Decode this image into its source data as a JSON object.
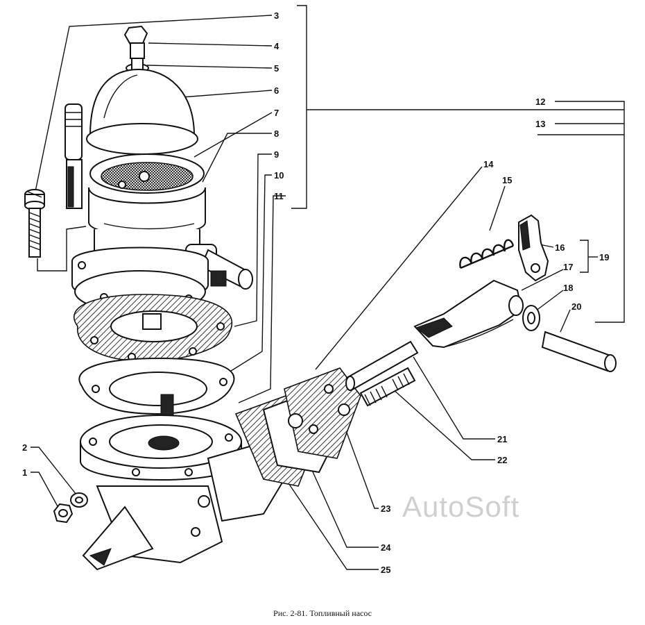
{
  "labels": {
    "n1": "1",
    "n2": "2",
    "n3": "3",
    "n4": "4",
    "n5": "5",
    "n6": "6",
    "n7": "7",
    "n8": "8",
    "n9": "9",
    "n10": "10",
    "n11": "11",
    "n12": "12",
    "n13": "13",
    "n14": "14",
    "n15": "15",
    "n16": "16",
    "n17": "17",
    "n18": "18",
    "n19": "19",
    "n20": "20",
    "n21": "21",
    "n22": "22",
    "n23": "23",
    "n24": "24",
    "n25": "25"
  },
  "caption": "Рис. 2-81. Топливный насос",
  "watermark": "AutoSoft"
}
